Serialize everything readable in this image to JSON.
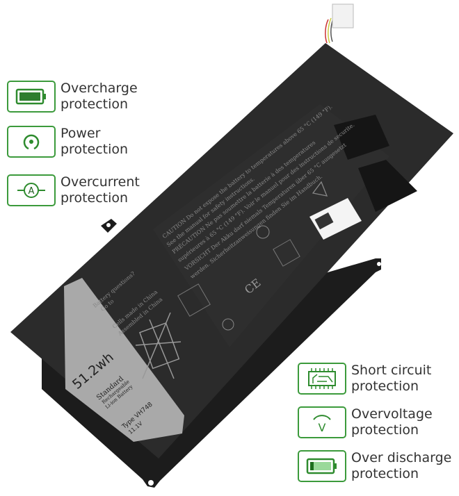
{
  "features_left": [
    {
      "line1": "Overcharge",
      "line2": "protection",
      "icon": "battery-full-icon"
    },
    {
      "line1": "Power",
      "line2": "protection",
      "icon": "power-icon"
    },
    {
      "line1": "Overcurrent",
      "line2": "protection",
      "icon": "ammeter-icon"
    }
  ],
  "features_right": [
    {
      "line1": "Short circuit",
      "line2": "protection",
      "icon": "circuit-board-icon"
    },
    {
      "line1": "Overvoltage",
      "line2": "protection",
      "icon": "voltmeter-icon"
    },
    {
      "line1": "Over discharge",
      "line2": "protection",
      "icon": "battery-low-icon"
    }
  ],
  "battery": {
    "capacity": "51.2wh",
    "standard": "Standard",
    "rechargeable": "Rechargeable",
    "chemistry": "Li-ion Battery",
    "type": "Type VH748",
    "voltage": "11.1V",
    "questions": "Battery questions?",
    "goto": "Go to",
    "cells": "Cells made in China",
    "assembled": "Assembled in China",
    "caution1": "CAUTION Do not expose the battery to temperatures above 65 °C (149 °F).",
    "caution2": "See the manual for safety instructions.",
    "precaution1": "PRÉCAUTION Ne pas soumettre la batterie à des temperatures",
    "precaution2": "supérieures à 65 °C (149 °F). Voir le manuel pour des instructions de securite.",
    "vorsicht1": "VORSICHT Der Akku darf niemals Temperaturen über 65 °C ausgesetzt",
    "vorsicht2": "werden. Sicherheitzanweisungen finden Sie im Handbuch.",
    "ce": "CE"
  },
  "colors": {
    "accent": "#3b9a3b",
    "battery": "#2b2b2b",
    "label": "#a9a9a9"
  }
}
